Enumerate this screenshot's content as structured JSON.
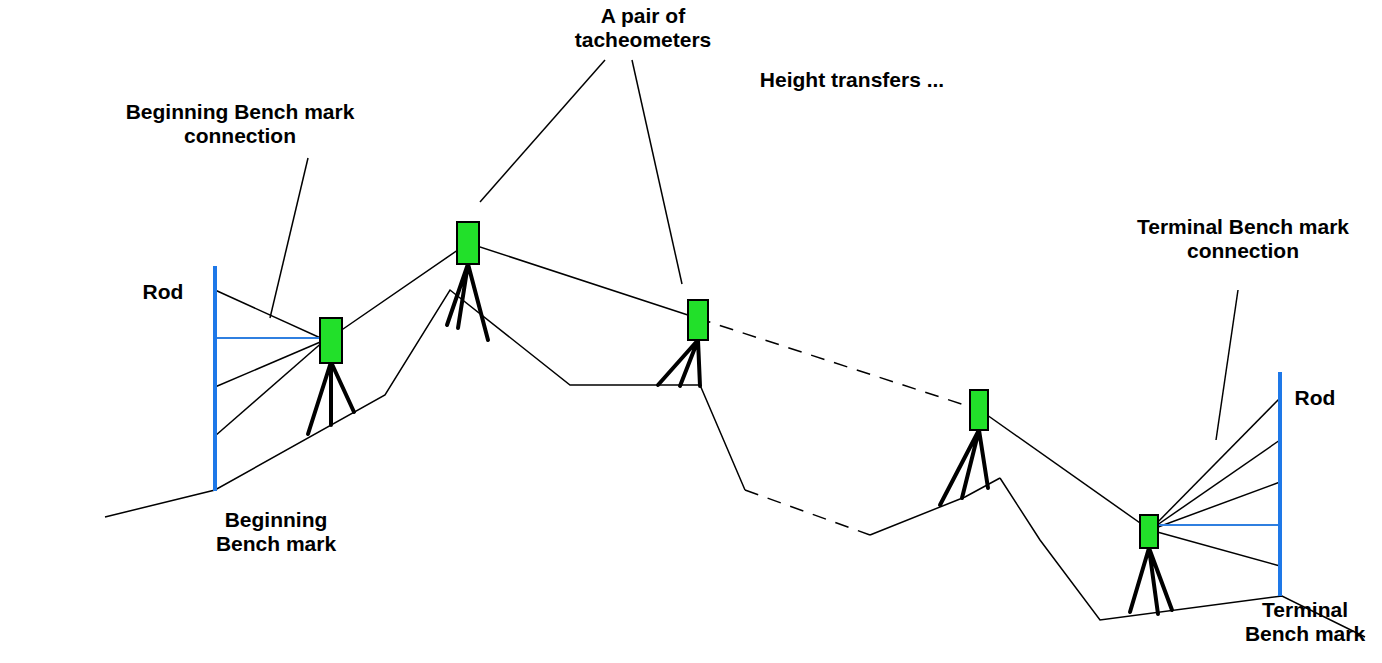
{
  "diagram": {
    "labels": [
      "A pair of tacheometers",
      "Beginning Bench mark connection",
      "Height transfers ...",
      "Terminal Bench mark connection",
      "Rod",
      "Rod",
      "Beginning Bench mark",
      "Terminal Bench mark"
    ]
  }
}
